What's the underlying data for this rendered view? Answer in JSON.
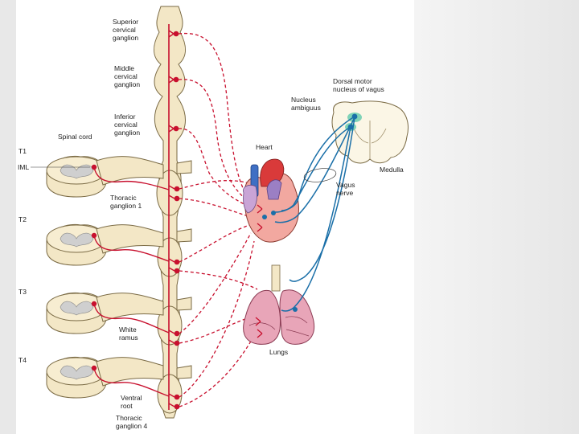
{
  "labels": {
    "superior_ganglion": [
      "Superior",
      "cervical",
      "ganglion"
    ],
    "middle_ganglion": [
      "Middle",
      "cervical",
      "ganglion"
    ],
    "inferior_ganglion": [
      "Inferior",
      "cervical",
      "ganglion"
    ],
    "spinal_cord": "Spinal cord",
    "t1": "T1",
    "iml": "IML",
    "thoracic_ganglion_1": [
      "Thoracic",
      "ganglion 1"
    ],
    "t2": "T2",
    "t3": "T3",
    "white_ramus": [
      "White",
      "ramus"
    ],
    "t4": "T4",
    "ventral_root": [
      "Ventral",
      "root"
    ],
    "thoracic_ganglion_4": [
      "Thoracic",
      "ganglion 4"
    ],
    "heart": "Heart",
    "nucleus_ambiguus": [
      "Nucleus",
      "ambiguus"
    ],
    "dorsal_motor": [
      "Dorsal motor",
      "nucleus of vagus"
    ],
    "medulla": "Medulla",
    "vagus_nerve": [
      "Vagus",
      "nerve"
    ],
    "lungs": "Lungs"
  },
  "colors": {
    "sympathetic": "#c8102e",
    "parasympathetic": "#1a6fa8",
    "chain": "#f3e7c6",
    "chain_outline": "#7a6a44",
    "cord_grey": "#cfcfcf",
    "medulla_fill": "#fbf6e6",
    "nucleus_fill": "#7fd3b7",
    "lung_fill": "#e8a5b8",
    "heart_fill": "#f2a8a0",
    "aorta": "#d93a3a",
    "vein": "#3f6fc4",
    "pulmonary": "#9b7fc4"
  }
}
